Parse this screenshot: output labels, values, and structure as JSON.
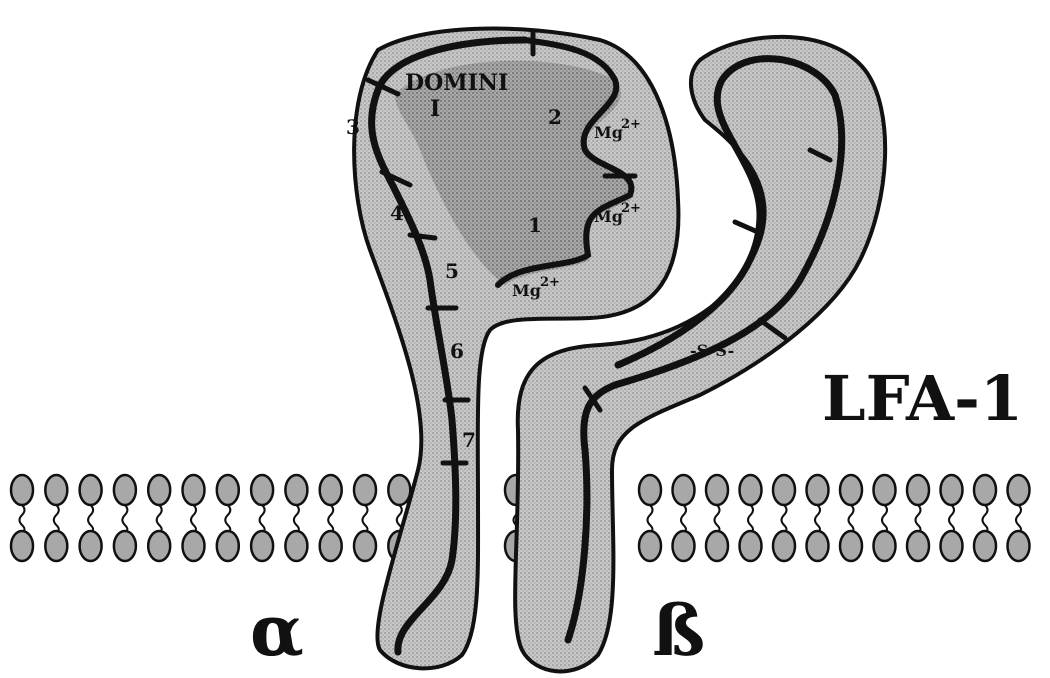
{
  "title": "LFA-1",
  "alpha_label": "α",
  "beta_label": "ß",
  "domains_label": "DOMINI",
  "bond_label": "-S-S-",
  "domain_numbers": [
    "I",
    "1",
    "2",
    "3",
    "4",
    "5",
    "6",
    "7"
  ],
  "ion_label": "Mg",
  "ion_charge": "2+",
  "colors": {
    "shape_fill": "#c4c4c4",
    "inner_fill": "#9a9a9a",
    "outline": "#111111",
    "head_fill": "#a8a8a8",
    "background": "#ffffff"
  },
  "membrane": {
    "description_hint": "lipid bilayer",
    "left_count": 12,
    "gap_count": 1,
    "right_count": 12
  }
}
